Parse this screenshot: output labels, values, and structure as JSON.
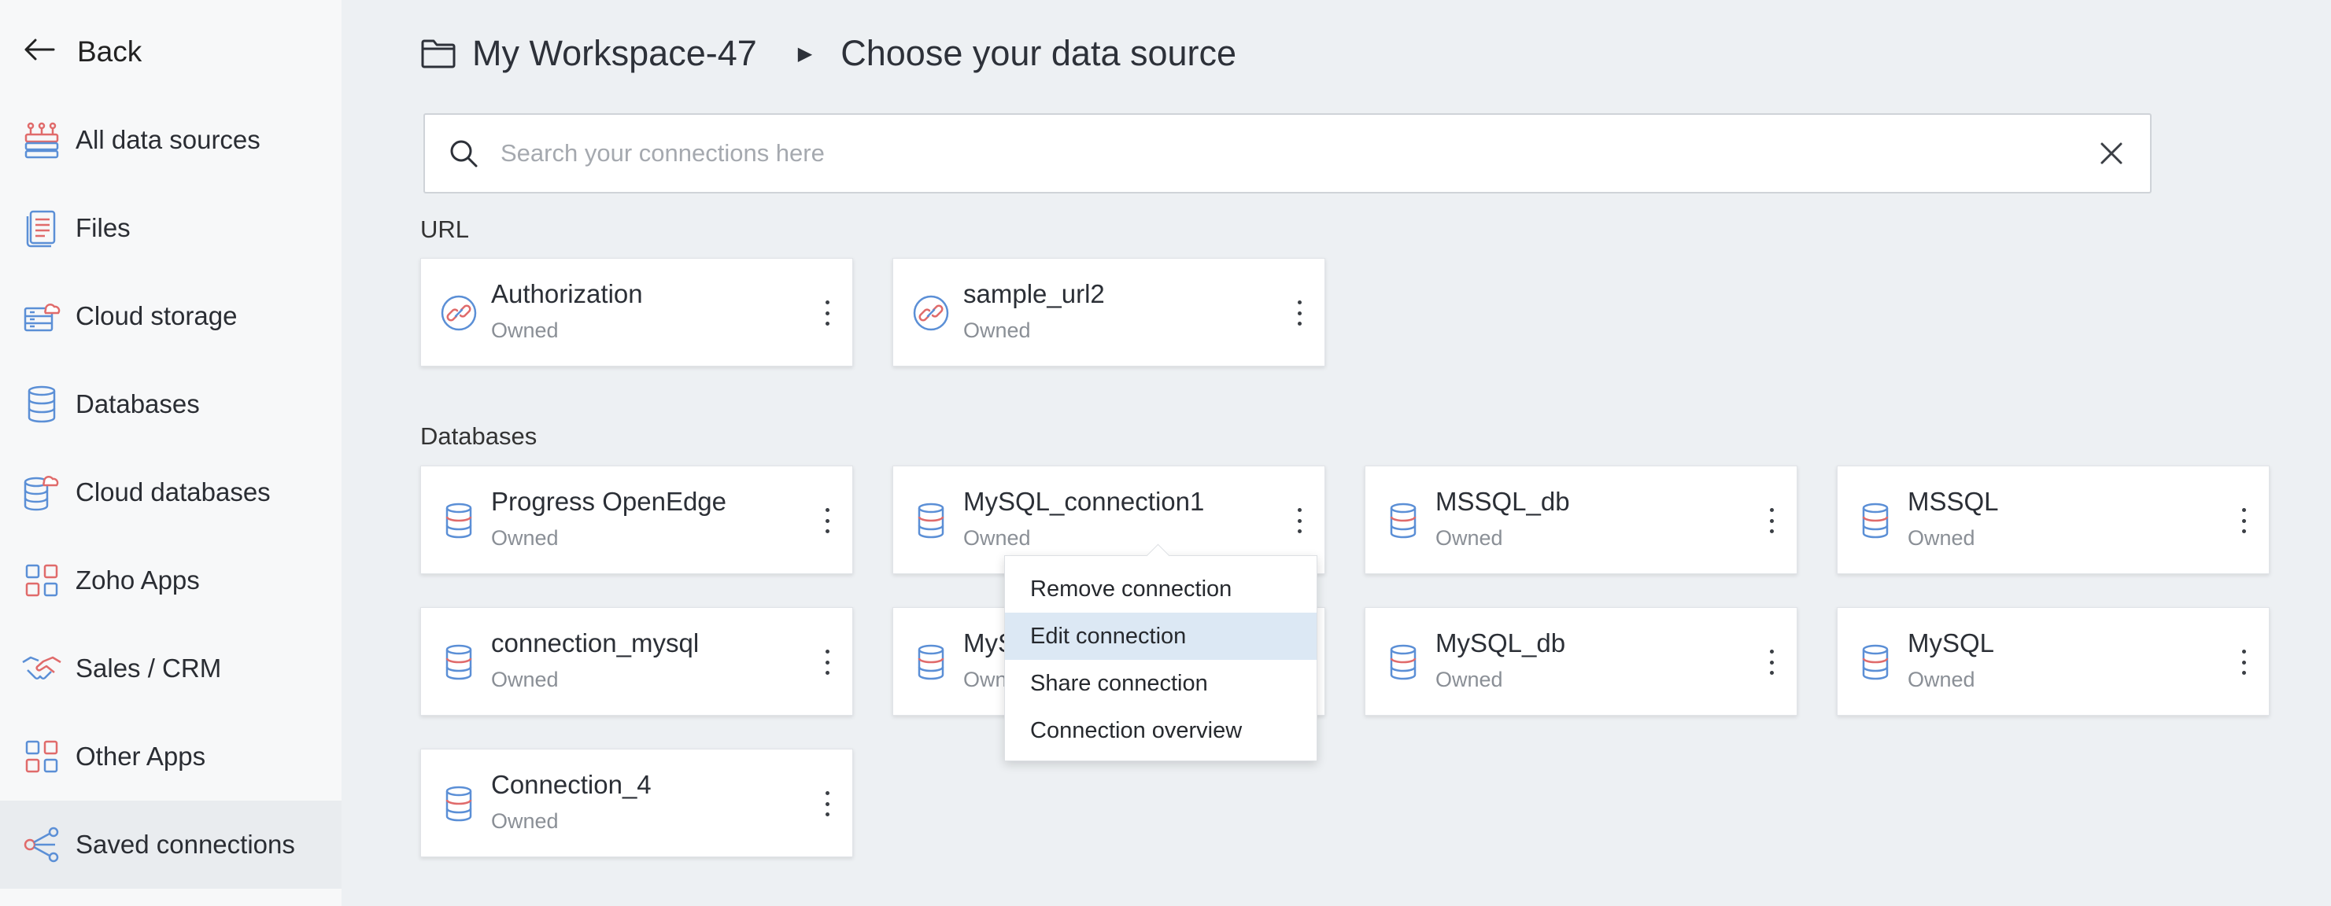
{
  "sidebar": {
    "back_label": "Back",
    "items": [
      {
        "label": "All data sources",
        "icon": "all-data-sources-icon"
      },
      {
        "label": "Files",
        "icon": "file-icon"
      },
      {
        "label": "Cloud storage",
        "icon": "cloud-storage-icon"
      },
      {
        "label": "Databases",
        "icon": "database-icon"
      },
      {
        "label": "Cloud databases",
        "icon": "cloud-database-icon"
      },
      {
        "label": "Zoho Apps",
        "icon": "apps-grid-icon"
      },
      {
        "label": "Sales / CRM",
        "icon": "handshake-icon"
      },
      {
        "label": "Other Apps",
        "icon": "apps-grid-icon"
      },
      {
        "label": "Saved connections",
        "icon": "share-nodes-icon",
        "active": true
      }
    ]
  },
  "header": {
    "workspace": "My Workspace-47",
    "page_title": "Choose your data source"
  },
  "search": {
    "placeholder": "Search your connections here",
    "value": ""
  },
  "sections": {
    "url": {
      "title": "URL",
      "cards": [
        {
          "name": "Authorization",
          "status": "Owned"
        },
        {
          "name": "sample_url2",
          "status": "Owned"
        }
      ]
    },
    "databases": {
      "title": "Databases",
      "cards": [
        {
          "name": "Progress OpenEdge",
          "status": "Owned"
        },
        {
          "name": "MySQL_connection1",
          "status": "Owned"
        },
        {
          "name": "MSSQL_db",
          "status": "Owned"
        },
        {
          "name": "MSSQL",
          "status": "Owned"
        },
        {
          "name": "connection_mysql",
          "status": "Owned"
        },
        {
          "name": "MySQL_connection",
          "status": "Owned"
        },
        {
          "name": "MySQL_db",
          "status": "Owned"
        },
        {
          "name": "MySQL",
          "status": "Owned"
        },
        {
          "name": "Connection_4",
          "status": "Owned"
        }
      ]
    }
  },
  "context_menu": {
    "items": [
      "Remove connection",
      "Edit connection",
      "Share connection",
      "Connection overview"
    ],
    "highlighted": "Edit connection"
  },
  "colors": {
    "accent_blue": "#5b8fd6",
    "accent_red": "#e06b6b",
    "highlight": "#dce8f4"
  }
}
